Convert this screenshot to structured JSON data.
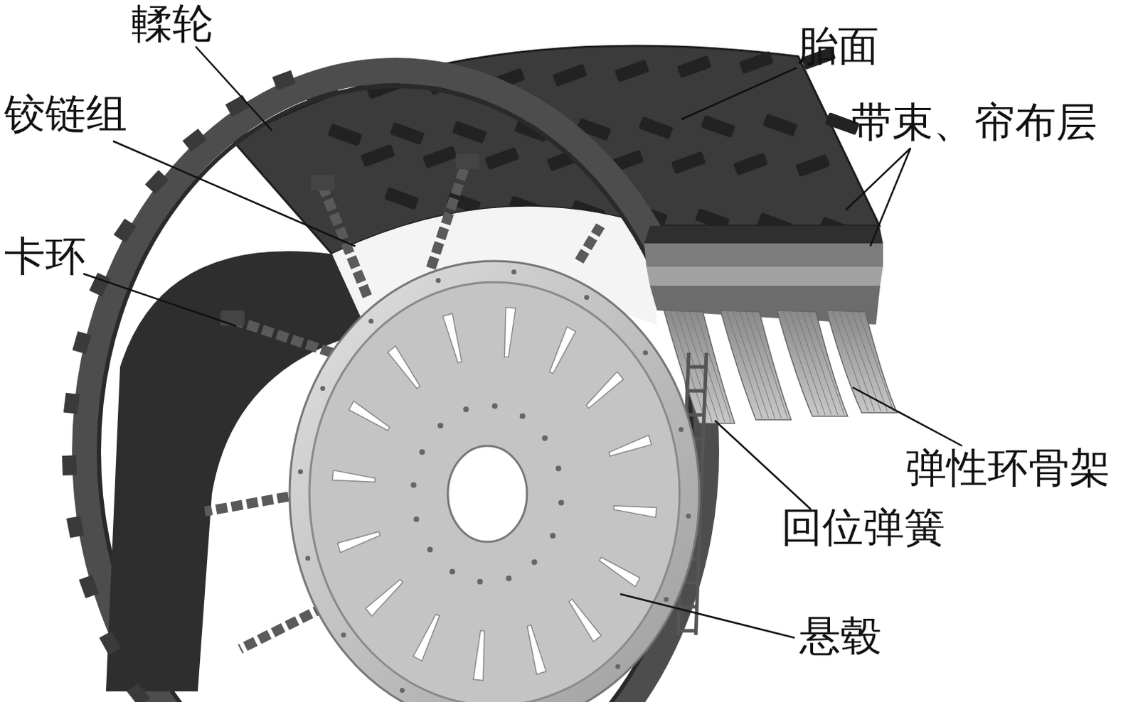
{
  "diagram": {
    "labels": [
      "輮轮",
      "铰链组",
      "卡环",
      "胎面",
      "带束、帘布层",
      "弹性环骨架",
      "回位弹簧",
      "悬毂"
    ]
  }
}
